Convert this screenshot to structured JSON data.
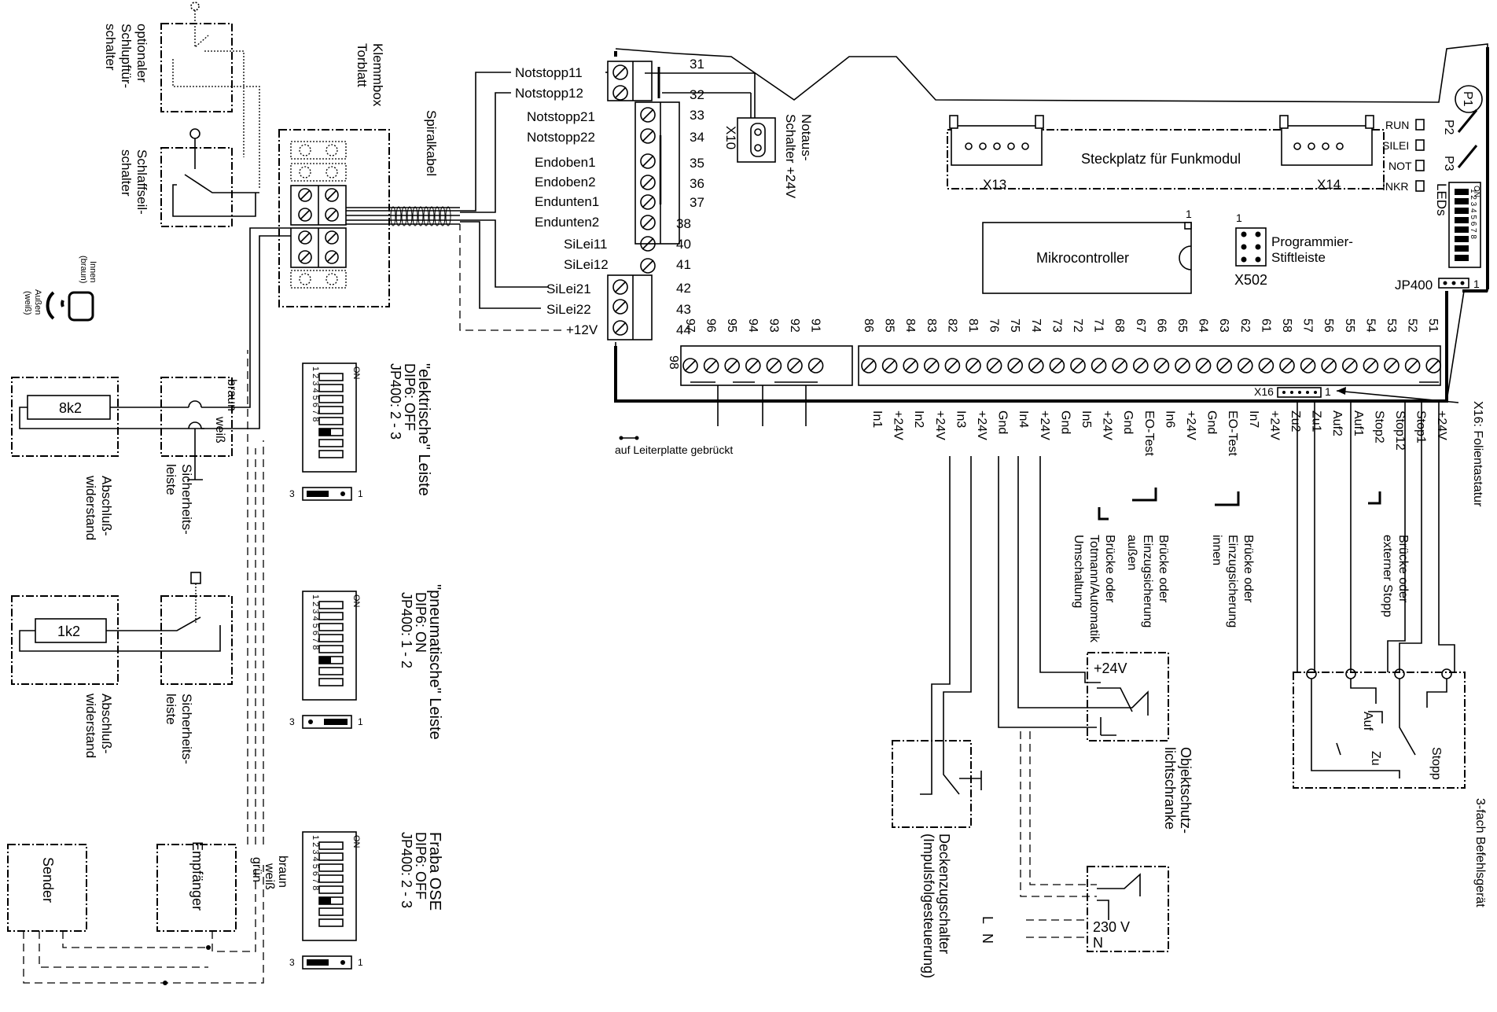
{
  "board": {
    "notstopp11": "Notstopp11",
    "notstopp12": "Notstopp12",
    "notstopp21": "Notstopp21",
    "notstopp22": "Notstopp22",
    "endoben1": "Endoben1",
    "endoben2": "Endoben2",
    "endunten1": "Endunten1",
    "endunten2": "Endunten2",
    "silei11": "SiLei11",
    "silei12": "SiLei12",
    "silei21": "SiLei21",
    "silei22": "SiLei22",
    "plus12v": "+12V",
    "n31": "31",
    "n32": "32",
    "n33": "33",
    "n34": "34",
    "n35": "35",
    "n36": "36",
    "n37": "37",
    "n38": "38",
    "n40": "40",
    "n41": "41",
    "n42": "42",
    "n43": "43",
    "n44": "44",
    "x10": "X10",
    "x10_plus24": "+24V",
    "notaus": "Notaus-",
    "schalter": "Schalter",
    "x13": "X13",
    "x14": "X14",
    "steckplatz": "Steckplatz für Funkmodul",
    "mikrocontroller": "Mikrocontroller",
    "mc_pin1": "1",
    "x502_pin1": "1",
    "x502": "X502",
    "programmier": "Programmier-",
    "stiftleiste": "Stiftleiste",
    "led_run": "RUN",
    "led_silei": "SILEI",
    "led_not": "NOT",
    "led_inkr": "INKR",
    "leds": "LEDs",
    "p1": "P1",
    "p2": "P2",
    "p3": "P3",
    "dip_on": "ON",
    "dip_nums": "1 2 3 4 5 6 7 8",
    "jp400": "JP400",
    "jp400_pin1": "1",
    "x16": "X16",
    "x16_pin1": "1",
    "x16_label": "X16: Folientastatur",
    "bridged_note": "auf Leiterplatte gebrückt",
    "t98": "98"
  },
  "terminal_numbers": [
    "97",
    "96",
    "95",
    "94",
    "93",
    "92",
    "91",
    "86",
    "85",
    "84",
    "83",
    "82",
    "81",
    "76",
    "75",
    "74",
    "73",
    "72",
    "71",
    "68",
    "67",
    "66",
    "65",
    "64",
    "63",
    "62",
    "61",
    "58",
    "57",
    "56",
    "55",
    "54",
    "53",
    "52",
    "51"
  ],
  "terminal_labels": [
    "In1",
    "+24V",
    "In2",
    "+24V",
    "In3",
    "+24V",
    "Gnd",
    "In4",
    "+24V",
    "Gnd",
    "In5",
    "+24V",
    "Gnd",
    "EO-Test",
    "In6",
    "+24V",
    "Gnd",
    "EO-Test",
    "In7",
    "+24V",
    "Zu2",
    "Zu1",
    "Auf2",
    "Auf1",
    "Stop2",
    "Stop12",
    "Stop1",
    "+24V"
  ],
  "bridge_notes": {
    "b1_l1": "Brücke oder",
    "b1_l2": "Totmann/Automatik",
    "b1_l3": "Umschaltung",
    "b2_l1": "Brücke oder",
    "b2_l2": "Einzugsicherung",
    "b2_l3": "außen",
    "b3_l1": "Brücke oder",
    "b3_l2": "Einzugsicherung",
    "b3_l3": "innen",
    "b4_l1": "Brücke oder",
    "b4_l2": "externer Stopp"
  },
  "left": {
    "optional_l1": "optionaler",
    "optional_l2": "Schlupftür-",
    "optional_l3": "schalter",
    "schlaff_l1": "Schlaffseil-",
    "schlaff_l2": "schalter",
    "klemmbox_l1": "Klemmbox",
    "klemmbox_l2": "Torblatt",
    "spiralkabel": "Spiralkabel",
    "innen": "Innen",
    "braun_paren": "(braun)",
    "aussen": "Außen",
    "weiss_paren": "(weiß)",
    "r8k2": "8k2",
    "r1k2": "1k2",
    "braun": "braun",
    "weiss": "weiß",
    "gruen": "grün",
    "abschl_l1": "Abschluß-",
    "abschl_l2": "widerstand",
    "sich_l1": "Sicherheits-",
    "sich_l2": "leiste",
    "sender": "Sender",
    "empfaenger": "Empfänger"
  },
  "configs": {
    "elektrisch_title": "\"elektrische\" Leiste",
    "elektrisch_dip": "DIP6:  OFF",
    "elektrisch_jp": "JP400:  2 - 3",
    "pneumatisch_title": "\"pneumatische\" Leiste",
    "pneumatisch_dip": "DIP6:    ON",
    "pneumatisch_jp": "JP400:  1 - 2",
    "fraba_title": "Fraba OSE",
    "fraba_dip": "DIP6:  OFF",
    "fraba_jp": "JP400:  2 - 3",
    "jp_3": "3",
    "jp_1": "1"
  },
  "bottom": {
    "decken_l1": "Deckenzugschalter",
    "decken_l2": "(Impulsfolgesteuerung)",
    "objekt_l1": "Objektschutz-",
    "objekt_l2": "lichtschranke",
    "plus24v": "+24V",
    "v230": "230 V",
    "n": "N",
    "l": "L",
    "befehl": "3-fach Befehlsgerät",
    "auf": "Auf",
    "zu": "Zu",
    "stopp": "Stopp"
  }
}
